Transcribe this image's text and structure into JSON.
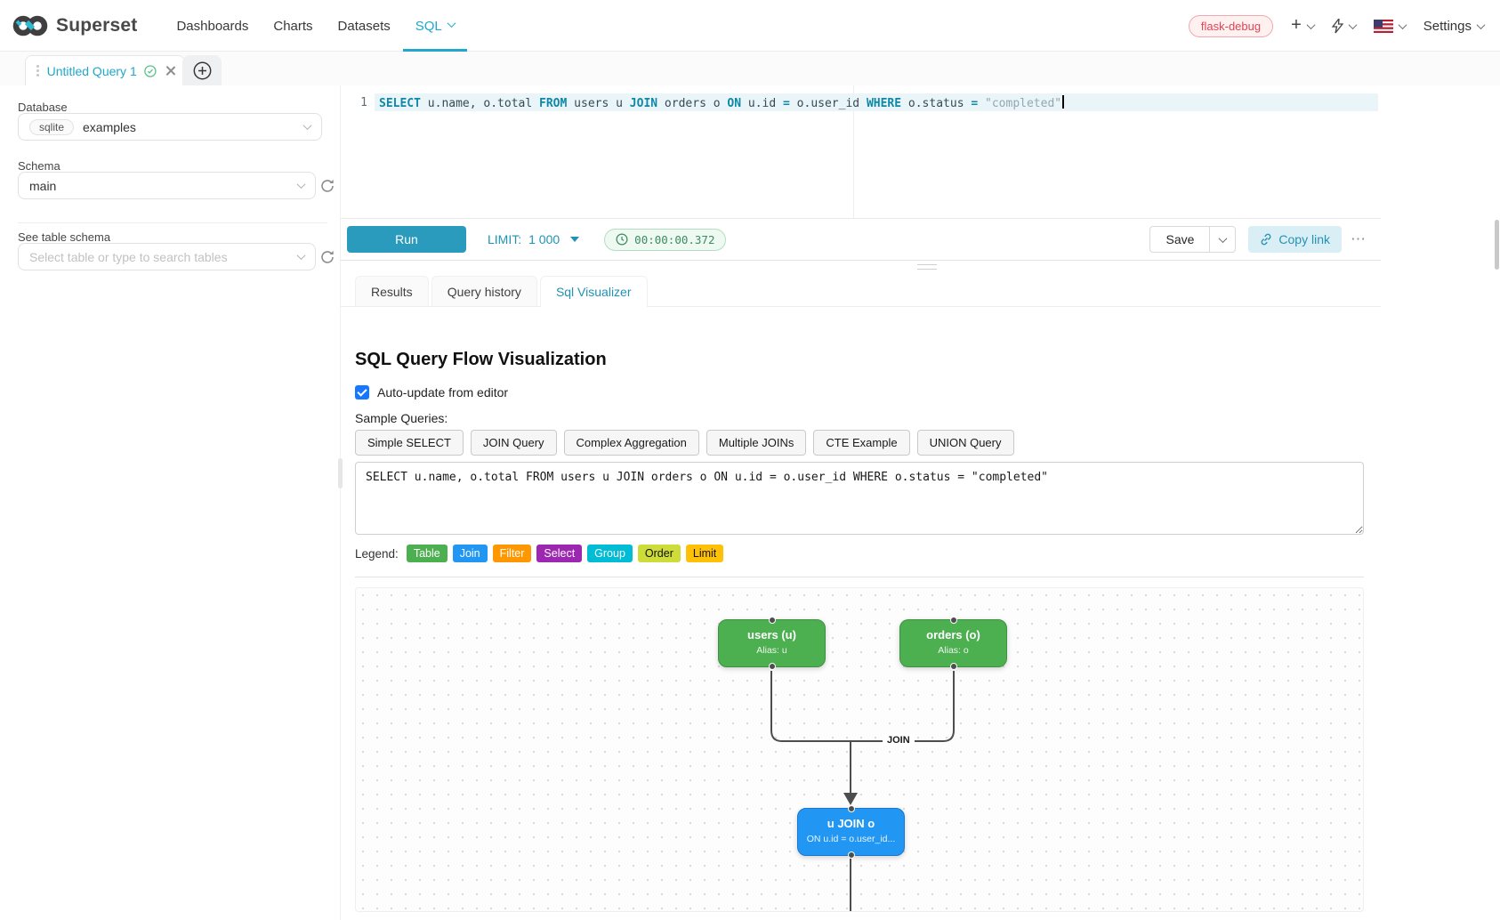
{
  "navbar": {
    "brand": "Superset",
    "items": [
      {
        "label": "Dashboards"
      },
      {
        "label": "Charts"
      },
      {
        "label": "Datasets"
      },
      {
        "label": "SQL",
        "active": true
      }
    ],
    "environment_tag": "flask-debug",
    "plus_label": "+",
    "settings_label": "Settings"
  },
  "query_tabs": {
    "active_label": "Untitled Query 1"
  },
  "sidebar": {
    "database_label": "Database",
    "database_engine_tag": "sqlite",
    "database_value": "examples",
    "schema_label": "Schema",
    "schema_value": "main",
    "table_section_label": "See table schema",
    "table_placeholder": "Select table or type to search tables"
  },
  "editor": {
    "line_number": "1",
    "tokens": [
      {
        "t": "SELECT",
        "c": "kw"
      },
      {
        "t": " u.name, o.total ",
        "c": "pl"
      },
      {
        "t": "FROM",
        "c": "kw"
      },
      {
        "t": " users u ",
        "c": "pl"
      },
      {
        "t": "JOIN",
        "c": "kw"
      },
      {
        "t": " orders o ",
        "c": "pl"
      },
      {
        "t": "ON",
        "c": "kw"
      },
      {
        "t": " u.id ",
        "c": "pl"
      },
      {
        "t": "=",
        "c": "op"
      },
      {
        "t": " o.user_id ",
        "c": "pl"
      },
      {
        "t": "WHERE",
        "c": "kw"
      },
      {
        "t": " o.status ",
        "c": "pl"
      },
      {
        "t": "=",
        "c": "op"
      },
      {
        "t": " ",
        "c": "pl"
      },
      {
        "t": "\"completed\"",
        "c": "str"
      }
    ]
  },
  "toolbar": {
    "run_label": "Run",
    "limit_label": "LIMIT:",
    "limit_value": "1 000",
    "timer_value": "00:00:00.372",
    "save_label": "Save",
    "copy_link_label": "Copy link",
    "more_label": "⋯"
  },
  "result_tabs": {
    "active_index": 2,
    "tabs": [
      {
        "label": "Results"
      },
      {
        "label": "Query history"
      },
      {
        "label": "Sql Visualizer"
      }
    ]
  },
  "visualizer": {
    "title": "SQL Query Flow Visualization",
    "auto_update_label": "Auto-update from editor",
    "auto_update_checked": true,
    "sample_queries_label": "Sample Queries:",
    "sample_queries": [
      {
        "label": "Simple SELECT"
      },
      {
        "label": "JOIN Query"
      },
      {
        "label": "Complex Aggregation"
      },
      {
        "label": "Multiple JOINs"
      },
      {
        "label": "CTE Example"
      },
      {
        "label": "UNION Query"
      }
    ],
    "sql_input": "SELECT u.name, o.total FROM users u JOIN orders o ON u.id = o.user_id WHERE o.status = \"completed\"",
    "legend_label": "Legend:",
    "legend": [
      {
        "label": "Table",
        "color": "#4caf50",
        "text_color": "#ffffff"
      },
      {
        "label": "Join",
        "color": "#2196f3",
        "text_color": "#ffffff"
      },
      {
        "label": "Filter",
        "color": "#ff9800",
        "text_color": "#ffffff"
      },
      {
        "label": "Select",
        "color": "#9c27b0",
        "text_color": "#ffffff"
      },
      {
        "label": "Group",
        "color": "#00bcd4",
        "text_color": "#ffffff"
      },
      {
        "label": "Order",
        "color": "#cddc39",
        "text_color": "#111111"
      },
      {
        "label": "Limit",
        "color": "#ffc107",
        "text_color": "#111111"
      }
    ],
    "flow": {
      "edge_label": "JOIN",
      "nodes": [
        {
          "title": "users (u)",
          "subtitle": "Alias: u",
          "type": "table",
          "color": "#4caf50"
        },
        {
          "title": "orders (o)",
          "subtitle": "Alias: o",
          "type": "table",
          "color": "#4caf50"
        },
        {
          "title": "u JOIN o",
          "subtitle": "ON u.id = o.user_id...",
          "type": "join",
          "color": "#2196f3"
        }
      ]
    }
  }
}
